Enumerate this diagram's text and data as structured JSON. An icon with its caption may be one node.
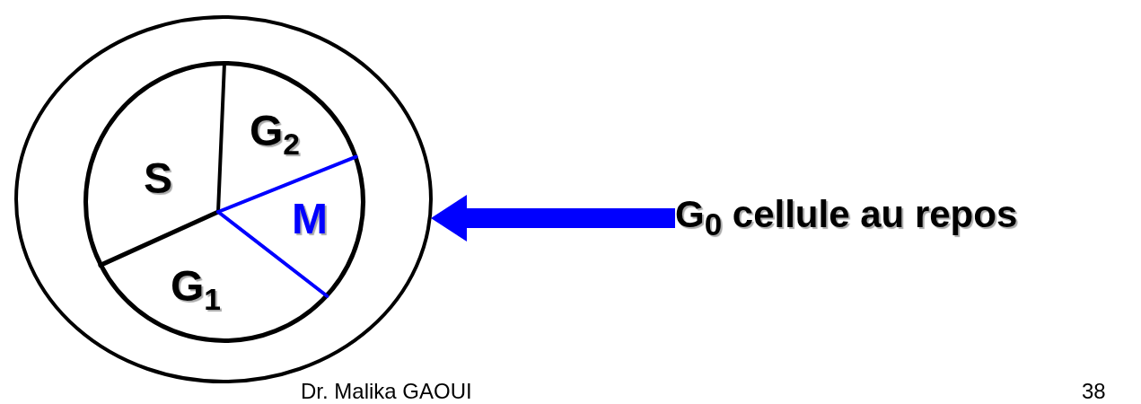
{
  "diagram": {
    "nodes": [
      {
        "text": [],
        "shape": "circle"
      },
      {
        "text": [],
        "shape": "circle",
        "in": 0
      },
      {
        "text": [
          "S"
        ],
        "in": 1
      },
      {
        "text": [
          "G$_{2}$"
        ],
        "in": 1
      },
      {
        "text": [
          "M"
        ],
        "in": 1
      },
      {
        "text": [
          "G$_{1}$"
        ],
        "in": 1
      },
      {
        "text": [
          "G$_{0}$ cellule au repos"
        ]
      }
    ],
    "edges": [
      {
        "from": 6,
        "to": 0,
        "arrow": "to",
        "color": "#0000ff"
      }
    ],
    "labels": [
      "Dr. Malika GAOUI",
      "38"
    ]
  }
}
